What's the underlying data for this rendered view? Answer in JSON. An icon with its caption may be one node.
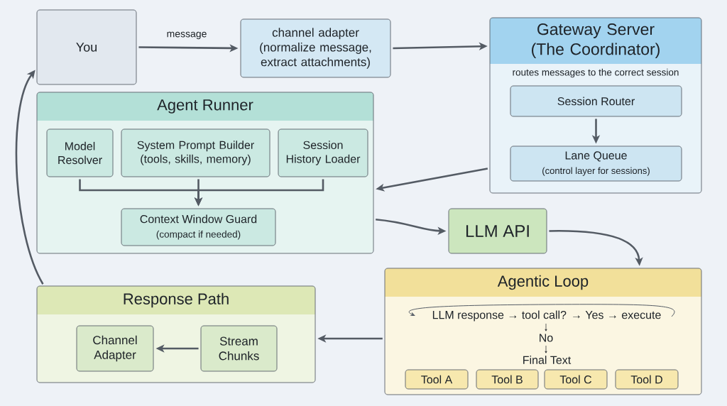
{
  "diagram": {
    "nodes": [
      {
        "text": [
          "You"
        ]
      },
      {
        "text": [
          "channel adapter (normalize message, extract attachments)"
        ]
      },
      {
        "text": [
          "Gateway Server (The Coordinator)",
          "routes messages to the correct session"
        ]
      },
      {
        "text": [
          "Session Router"
        ],
        "in": 2
      },
      {
        "text": [
          "Lane Queue",
          "(control layer for sessions)"
        ],
        "in": 2
      },
      {
        "text": [
          "Agent Runner"
        ]
      },
      {
        "text": [
          "Model Resolver"
        ],
        "in": 5
      },
      {
        "text": [
          "System Prompt Builder (tools, skills, memory)"
        ],
        "in": 5
      },
      {
        "text": [
          "Session History Loader"
        ],
        "in": 5
      },
      {
        "text": [
          "Context Window Guard",
          "(compact if needed)"
        ],
        "in": 5
      },
      {
        "text": [
          "LLM API"
        ]
      },
      {
        "text": [
          "Agentic Loop",
          "LLM response → tool call? → Yes → execute",
          "No",
          "Final Text"
        ]
      },
      {
        "text": [
          "Tool A"
        ],
        "in": 11
      },
      {
        "text": [
          "Tool B"
        ],
        "in": 11
      },
      {
        "text": [
          "Tool C"
        ],
        "in": 11
      },
      {
        "text": [
          "Tool D"
        ],
        "in": 11
      },
      {
        "text": [
          "Response Path"
        ]
      },
      {
        "text": [
          "Channel Adapter"
        ],
        "in": 16
      },
      {
        "text": [
          "Stream Chunks"
        ],
        "in": 16
      }
    ],
    "edges": [
      {
        "from": 0,
        "to": 1,
        "arrow": "to",
        "label": "message"
      },
      {
        "from": 1,
        "to": 2,
        "arrow": "to"
      },
      {
        "from": 3,
        "to": 4,
        "arrow": "to"
      },
      {
        "from": 2,
        "to": 5,
        "arrow": "to"
      },
      {
        "from": 6,
        "to": 9,
        "arrow": "to"
      },
      {
        "from": 7,
        "to": 9,
        "arrow": "to"
      },
      {
        "from": 8,
        "to": 9,
        "arrow": "to"
      },
      {
        "from": 5,
        "to": 10,
        "arrow": "to"
      },
      {
        "from": 10,
        "to": 11,
        "arrow": "to"
      },
      {
        "from": 11,
        "to": 16,
        "arrow": "to"
      },
      {
        "from": 18,
        "to": 17,
        "arrow": "to"
      },
      {
        "from": 16,
        "to": 0,
        "arrow": "to"
      }
    ]
  }
}
